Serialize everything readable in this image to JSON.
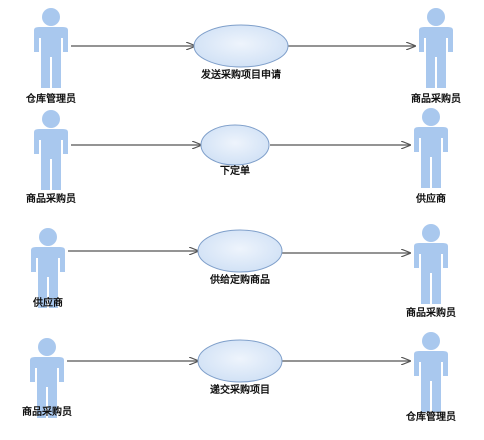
{
  "diagram": {
    "rows": [
      {
        "left_actor": "仓库管理员",
        "use_case": "发送采购项目申请",
        "right_actor": "商品采购员"
      },
      {
        "left_actor": "商品采购员",
        "use_case": "下定单",
        "right_actor": "供应商"
      },
      {
        "left_actor": "供应商",
        "use_case": "供给定购商品",
        "right_actor": "商品采购员"
      },
      {
        "left_actor": "商品采购员",
        "use_case": "递交采购项目",
        "right_actor": "仓库管理员"
      }
    ],
    "colors": {
      "actor_fill": "#a9c8ee",
      "ellipse_fill": "#dbe8f8",
      "ellipse_stroke": "#7f9fca",
      "arrow": "#555555"
    }
  }
}
